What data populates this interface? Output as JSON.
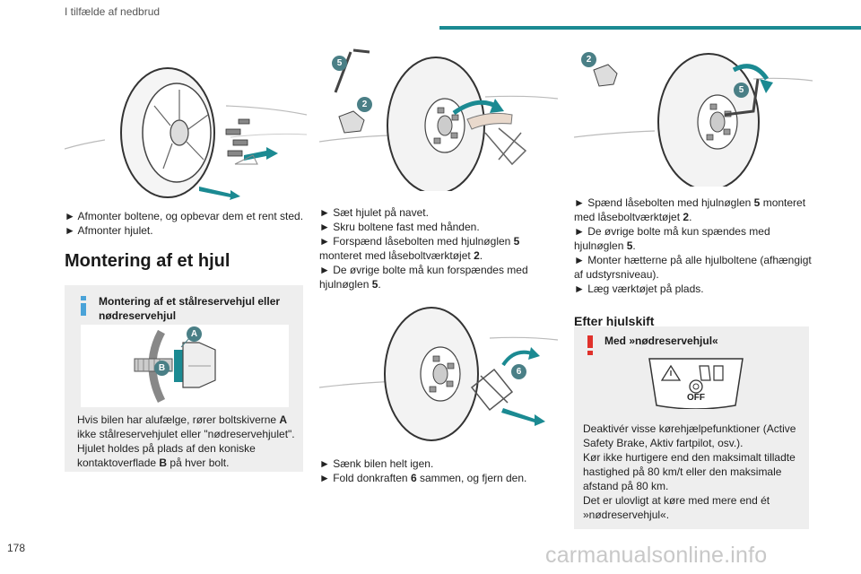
{
  "header": {
    "title": "I tilfælde af nedbrud"
  },
  "page_number": "178",
  "watermark": "carmanualsonline.info",
  "col1": {
    "steps": [
      "► Afmonter boltene, og opbevar dem et rent sted.",
      "► Afmonter hjulet."
    ],
    "section_title": "Montering af et hjul",
    "infobox": {
      "title": "Montering af et stålreservehjul eller nødreservehjul",
      "callout_a": "A",
      "callout_b": "B",
      "text_1": "Hvis bilen har alufælge, rører boltskiverne ",
      "bold_a": "A",
      "text_2": " ikke stålreservehjulet eller \"nødreservehjulet\". Hjulet holdes på plads af den koniske kontaktoverflade ",
      "bold_b": "B",
      "text_3": " på hver bolt."
    }
  },
  "col2": {
    "figure1": {
      "callout_5": "5",
      "callout_2": "2"
    },
    "steps1": {
      "s1": "► Sæt hjulet på navet.",
      "s2": "► Skru boltene fast med hånden.",
      "s3_a": "► Forspænd låsebolten med hjulnøglen ",
      "s3_b": "5",
      "s3_c": " monteret med låseboltværktøjet ",
      "s3_d": "2",
      "s3_e": ".",
      "s4_a": "► De øvrige bolte må kun forspændes med hjulnøglen ",
      "s4_b": "5",
      "s4_c": "."
    },
    "figure2": {
      "callout_6": "6"
    },
    "steps2": {
      "s1": "► Sænk bilen helt igen.",
      "s2_a": "► Fold donkraften ",
      "s2_b": "6",
      "s2_c": " sammen, og fjern den."
    }
  },
  "col3": {
    "figure": {
      "callout_2": "2",
      "callout_5": "5"
    },
    "steps": {
      "s1_a": "► Spænd låsebolten med hjulnøglen ",
      "s1_b": "5",
      "s1_c": " monteret med låseboltværktøjet ",
      "s1_d": "2",
      "s1_e": ".",
      "s2_a": "► De øvrige bolte må kun spændes med hjulnøglen ",
      "s2_b": "5",
      "s2_c": ".",
      "s3": "► Monter hætterne på alle hjulboltene (afhængigt af udstyrsniveau).",
      "s4": "► Læg værktøjet på plads."
    },
    "section_title": "Efter hjulskift",
    "warnbox": {
      "title": "Med »nødreservehjul«",
      "button_label": "OFF",
      "text_1": "Deaktivér visse kørehjælpefunktioner (Active Safety Brake, Aktiv fartpilot, osv.).",
      "text_2": "Kør ikke hurtigere end den maksimalt tilladte hastighed på 80 km/t eller den maksimale afstand på 80 km.",
      "text_3": "Det er ulovligt at køre med mere end ét »nødreservehjul«."
    }
  },
  "colors": {
    "accent": "#1b8a92",
    "box_bg": "#eeeeee",
    "callout": "#4a7f86",
    "info": "#4aa3d8",
    "warning": "#e0312b",
    "arrow": "#1b8a92"
  }
}
